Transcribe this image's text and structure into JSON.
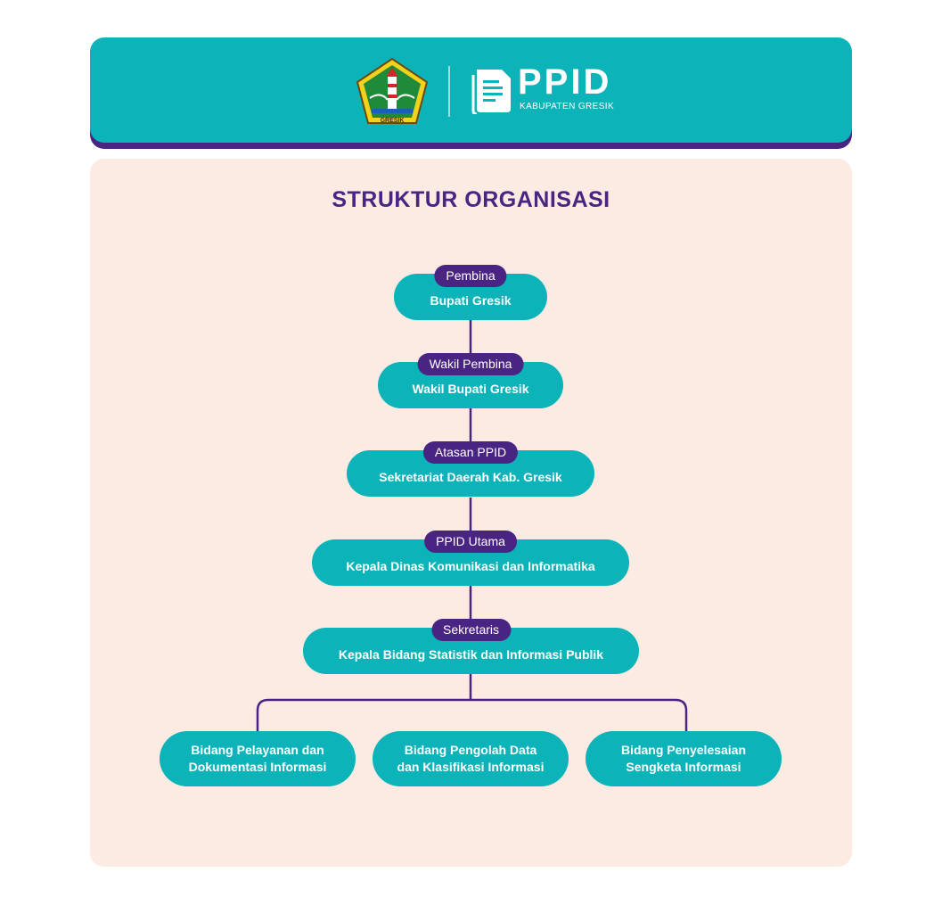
{
  "header": {
    "logo_caption": "GRESIK",
    "brand_title": "PPID",
    "brand_subtitle": "KABUPATEN GRESIK"
  },
  "panel": {
    "title": "STRUKTUR ORGANISASI"
  },
  "hierarchy": [
    {
      "role": "Pembina",
      "name": "Bupati Gresik"
    },
    {
      "role": "Wakil Pembina",
      "name": "Wakil Bupati Gresik"
    },
    {
      "role": "Atasan PPID",
      "name": "Sekretariat Daerah Kab. Gresik"
    },
    {
      "role": "PPID Utama",
      "name": "Kepala Dinas Komunikasi dan Informatika"
    },
    {
      "role": "Sekretaris",
      "name": "Kepala Bidang Statistik dan Informasi Publik"
    }
  ],
  "divisions": [
    {
      "name": "Bidang Pelayanan dan\nDokumentasi Informasi"
    },
    {
      "name": "Bidang Pengolah Data\ndan Klasifikasi Informasi"
    },
    {
      "name": "Bidang Penyelesaian\nSengketa Informasi"
    }
  ],
  "colors": {
    "teal": "#0cb3b8",
    "purple": "#4a2482",
    "panel_bg": "#fcebe3",
    "crest_yellow": "#f2d21c"
  }
}
